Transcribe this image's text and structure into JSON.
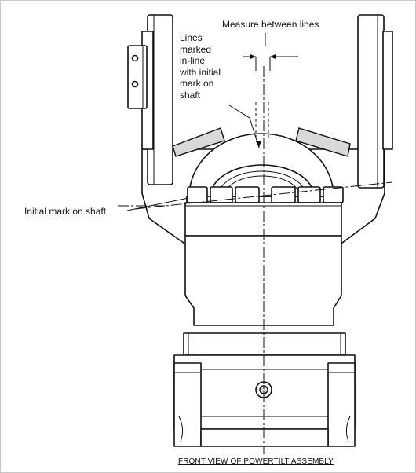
{
  "figure": {
    "labels": {
      "measure_between_lines": "Measure between lines",
      "lines_marked": [
        "Lines",
        "marked",
        "in-line",
        "with initial",
        "mark on",
        "shaft"
      ],
      "initial_mark_on_shaft": "Initial mark on shaft"
    },
    "caption": "FRONT VIEW OF POWERTILT ASSEMBLY"
  }
}
